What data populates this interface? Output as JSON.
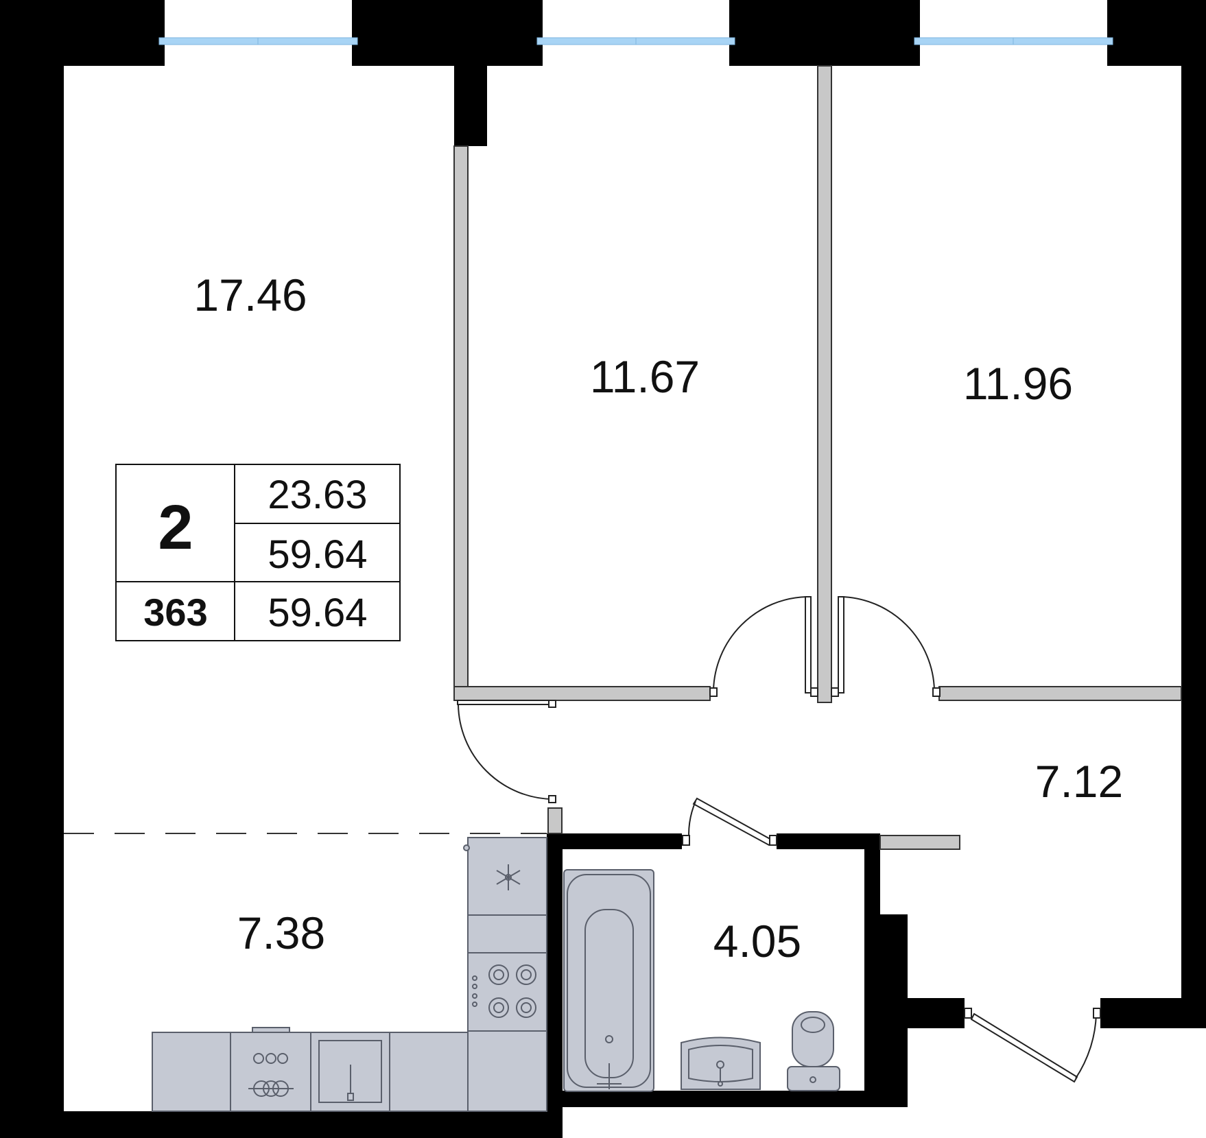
{
  "plan": {
    "rooms": [
      {
        "id": "living",
        "area": "17.46"
      },
      {
        "id": "bedroom-1",
        "area": "11.67"
      },
      {
        "id": "bedroom-2",
        "area": "11.96"
      },
      {
        "id": "hallway",
        "area": "7.12"
      },
      {
        "id": "kitchen",
        "area": "7.38"
      },
      {
        "id": "bathroom",
        "area": "4.05"
      }
    ],
    "info_box": {
      "rooms_count": "2",
      "apartment_number": "363",
      "living_area": "23.63",
      "total_area": "59.64",
      "total_area_2": "59.64"
    }
  },
  "colors": {
    "wall": "#000000",
    "partition": "#c8c8c8",
    "window": "#a8d4f5",
    "fixture_fill": "#c5c9d3",
    "fixture_stroke": "#5a5f6b",
    "text": "#111111"
  }
}
